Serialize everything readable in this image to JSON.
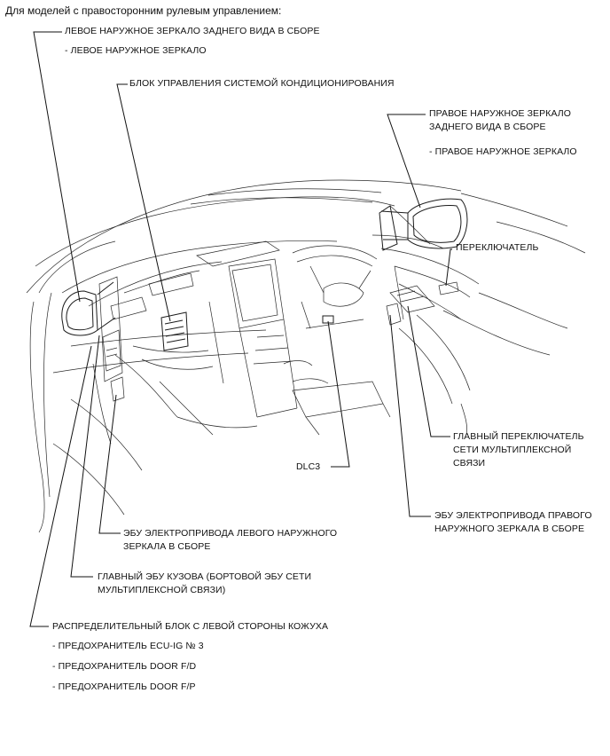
{
  "header": "Для моделей с правосторонним рулевым управлением:",
  "labels": {
    "left_mirror": "ЛЕВОЕ НАРУЖНОЕ ЗЕРКАЛО ЗАДНЕГО ВИДА В СБОРЕ",
    "left_mirror_sub": "- ЛЕВОЕ НАРУЖНОЕ ЗЕРКАЛО",
    "ac_control": "БЛОК УПРАВЛЕНИЯ СИСТЕМОЙ КОНДИЦИОНИРОВАНИЯ",
    "right_mirror_1": "ПРАВОЕ НАРУЖНОЕ ЗЕРКАЛО",
    "right_mirror_2": "ЗАДНЕГО ВИДА В СБОРЕ",
    "right_mirror_sub": "- ПРАВОЕ НАРУЖНОЕ ЗЕРКАЛО",
    "switch": "ПЕРЕКЛЮЧАТЕЛЬ",
    "multiplex_1": "ГЛАВНЫЙ ПЕРЕКЛЮЧАТЕЛЬ",
    "multiplex_2": "СЕТИ МУЛЬТИПЛЕКСНОЙ",
    "multiplex_3": "СВЯЗИ",
    "dlc3": "DLC3",
    "right_ecu_1": "ЭБУ ЭЛЕКТРОПРИВОДА ПРАВОГО",
    "right_ecu_2": "НАРУЖНОГО ЗЕРКАЛА В СБОРЕ",
    "left_ecu_1": "ЭБУ ЭЛЕКТРОПРИВОДА ЛЕВОГО НАРУЖНОГО",
    "left_ecu_2": "ЗЕРКАЛА В СБОРЕ",
    "body_ecu_1": "ГЛАВНЫЙ ЭБУ КУЗОВА (БОРТОВОЙ ЭБУ СЕТИ",
    "body_ecu_2": "МУЛЬТИПЛЕКСНОЙ СВЯЗИ)",
    "junction": "РАСПРЕДЕЛИТЕЛЬНЫЙ БЛОК С ЛЕВОЙ СТОРОНЫ КОЖУХА",
    "fuse_1": "- ПРЕДОХРАНИТЕЛЬ ECU-IG № 3",
    "fuse_2": "- ПРЕДОХРАНИТЕЛЬ DOOR F/D",
    "fuse_3": "- ПРЕДОХРАНИТЕЛЬ DOOR F/P"
  }
}
